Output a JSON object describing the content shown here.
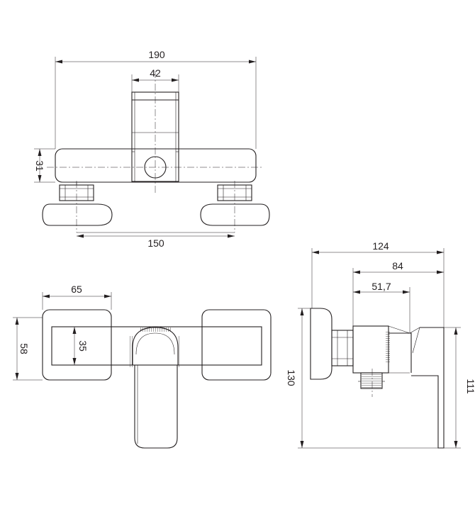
{
  "dimensions": {
    "overall_width": "190",
    "handle_width": "42",
    "body_height": "31",
    "inlet_spacing": "150",
    "flange_width": "65",
    "flange_height": "58",
    "flange_inner_height": "35",
    "depth_total": "124",
    "depth_84": "84",
    "depth_51_7": "51,7",
    "height_total": "130",
    "height_111": "111"
  }
}
